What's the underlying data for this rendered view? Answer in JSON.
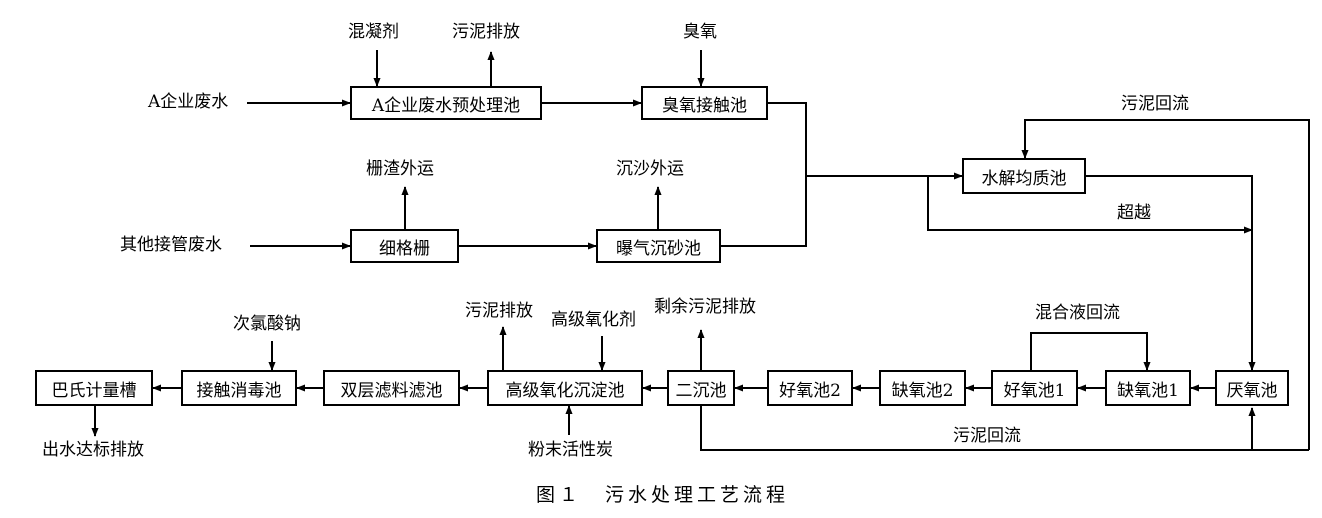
{
  "nodes": {
    "a_pretreat": "A企业废水预处理池",
    "ozone_contact": "臭氧接触池",
    "fine_grid": "细格栅",
    "aerated_grit": "曝气沉砂池",
    "hydrolysis": "水解均质池",
    "anaerobic": "厌氧池",
    "anoxic1": "缺氧池1",
    "aerobic1": "好氧池1",
    "anoxic2": "缺氧池2",
    "aerobic2": "好氧池2",
    "secondary_clarifier": "二沉池",
    "advanced_oxidation": "高级氧化沉淀池",
    "double_filter": "双层滤料滤池",
    "contact_disinfection": "接触消毒池",
    "parshall": "巴氏计量槽"
  },
  "labels": {
    "a_wastewater": "A企业废水",
    "other_wastewater": "其他接管废水",
    "coagulant": "混凝剂",
    "sludge_discharge_top": "污泥排放",
    "ozone": "臭氧",
    "screenings": "栅渣外运",
    "grit_out": "沉沙外运",
    "sludge_return_top": "污泥回流",
    "bypass": "超越",
    "mixed_liquor_return": "混合液回流",
    "excess_sludge": "剩余污泥排放",
    "advanced_oxidant": "高级氧化剂",
    "sludge_discharge_bottom": "污泥排放",
    "hypochlorite": "次氯酸钠",
    "pac": "粉末活性炭",
    "sludge_return_bottom": "污泥回流",
    "effluent": "出水达标排放"
  },
  "caption": "图１　污水处理工艺流程"
}
